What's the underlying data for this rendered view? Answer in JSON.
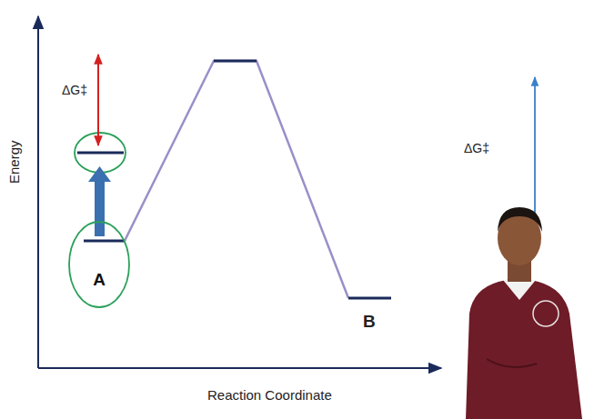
{
  "diagram": {
    "nodes": [
      {
        "text": [
          "A"
        ]
      }
    ],
    "labels": [
      "ΔG‡",
      "Energy",
      "Reaction Coordinate",
      "B",
      "ΔG‡"
    ]
  }
}
